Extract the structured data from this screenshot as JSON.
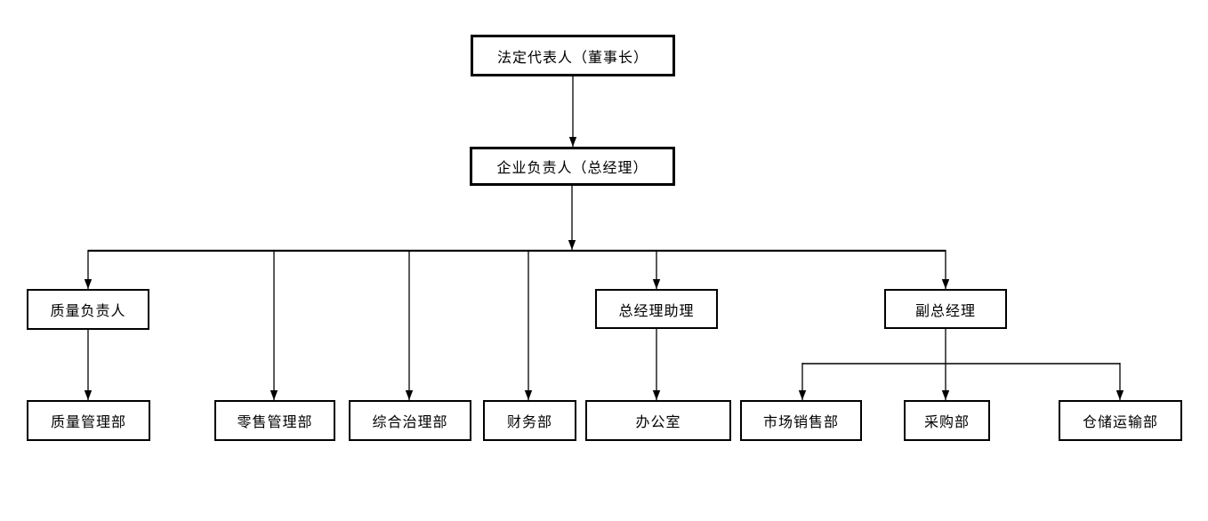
{
  "page": {
    "background_color": "#ffffff"
  },
  "diagram": {
    "type": "org-chart",
    "line_color": "#000000",
    "box_border_color": "#000000",
    "box_fill_color": "#ffffff",
    "text_color": "#000000"
  },
  "nodes": {
    "chairman": {
      "label": "法定代表人（董事长）",
      "level": 1
    },
    "general_manager": {
      "label": "企业负责人（总经理）",
      "level": 2
    },
    "quality_director": {
      "label": "质量负责人",
      "level": 3
    },
    "gm_assistant": {
      "label": "总经理助理",
      "level": 3
    },
    "deputy_gm": {
      "label": "副总经理",
      "level": 3
    },
    "quality_mgmt_dept": {
      "label": "质量管理部",
      "level": 4
    },
    "retail_mgmt_dept": {
      "label": "零售管理部",
      "level": 4
    },
    "comprehensive_governance_dept": {
      "label": "综合治理部",
      "level": 4
    },
    "finance_dept": {
      "label": "财务部",
      "level": 4
    },
    "office": {
      "label": "办公室",
      "level": 4
    },
    "marketing_sales_dept": {
      "label": "市场销售部",
      "level": 4
    },
    "purchasing_dept": {
      "label": "采购部",
      "level": 4
    },
    "warehouse_transport_dept": {
      "label": "仓储运输部",
      "level": 4
    }
  },
  "edges": [
    {
      "from": "chairman",
      "to": "general_manager"
    },
    {
      "from": "general_manager",
      "to": "quality_director"
    },
    {
      "from": "general_manager",
      "to": "retail_mgmt_dept"
    },
    {
      "from": "general_manager",
      "to": "comprehensive_governance_dept"
    },
    {
      "from": "general_manager",
      "to": "finance_dept"
    },
    {
      "from": "general_manager",
      "to": "gm_assistant"
    },
    {
      "from": "general_manager",
      "to": "deputy_gm"
    },
    {
      "from": "quality_director",
      "to": "quality_mgmt_dept"
    },
    {
      "from": "gm_assistant",
      "to": "office"
    },
    {
      "from": "deputy_gm",
      "to": "marketing_sales_dept"
    },
    {
      "from": "deputy_gm",
      "to": "purchasing_dept"
    },
    {
      "from": "deputy_gm",
      "to": "warehouse_transport_dept"
    }
  ]
}
